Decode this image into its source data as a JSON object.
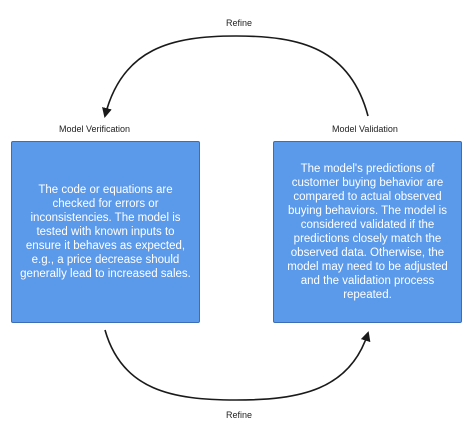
{
  "diagram": {
    "loop_top_label": "Refine",
    "loop_bottom_label": "Refine",
    "left_stage": {
      "title": "Model Verification",
      "description": "The code or equations are checked for errors or inconsistencies. The model is tested with known inputs to ensure it behaves as expected, e.g., a price decrease should generally lead to increased sales."
    },
    "right_stage": {
      "title": "Model Validation",
      "description": "The model's predictions of customer buying behavior are compared to actual observed buying behaviors. The model is considered validated if the predictions closely match the observed data. Otherwise, the model may need to be adjusted and the validation process repeated."
    }
  },
  "colors": {
    "box_fill": "#5b99ea",
    "box_text": "#ffffff",
    "arrow": "#1a1a1a"
  }
}
